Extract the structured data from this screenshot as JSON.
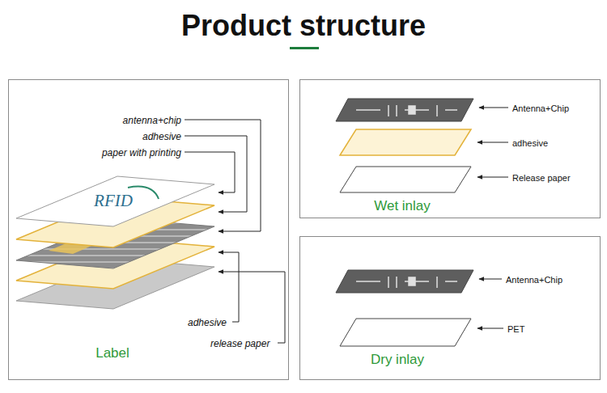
{
  "diagram": {
    "title": "Product structure",
    "nodes": [
      {
        "text": [
          "Label"
        ]
      },
      {
        "text": [
          "Wet inlay"
        ]
      },
      {
        "text": [
          "Dry inlay"
        ]
      }
    ],
    "labels": [
      "antenna+chip",
      "adhesive",
      "paper with printing",
      "RFID",
      "adhesive",
      "release paper",
      "Antenna+Chip",
      "adhesive",
      "Release paper",
      "Antenna+Chip",
      "PET"
    ]
  }
}
